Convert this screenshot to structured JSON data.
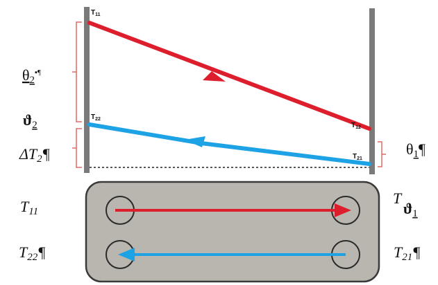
{
  "colors": {
    "hot": "#dd1e2c",
    "cold": "#1ea2e6",
    "wall": "#7a7a7a",
    "brace": "#e06a66",
    "plate_fill": "#b8b6ae",
    "plate_border": "#3a3a3a"
  },
  "labels": {
    "t11_small": "T",
    "t11_small_sub": "11",
    "t12_small": "T",
    "t12_small_sub": "12",
    "t22_small": "T",
    "t22_small_sub": "22",
    "t21_small": "T",
    "t21_small_sub": "21",
    "theta2": "θ",
    "theta2_sub": "2",
    "theta2_mark": "▪¶",
    "vartheta2": "ϑ",
    "vartheta2_sub": "2",
    "delta_t2": "ΔT",
    "delta_t2_sub": "2",
    "pilcrow": "¶",
    "theta1": "θ",
    "theta1_sub": "1",
    "t11": "T",
    "t11_sub": "11",
    "t22": "T",
    "t22_sub": "22",
    "t_partial": "T",
    "vartheta1": "ϑ",
    "vartheta1_sub": "1",
    "t21": "T",
    "t21_sub": "21"
  }
}
